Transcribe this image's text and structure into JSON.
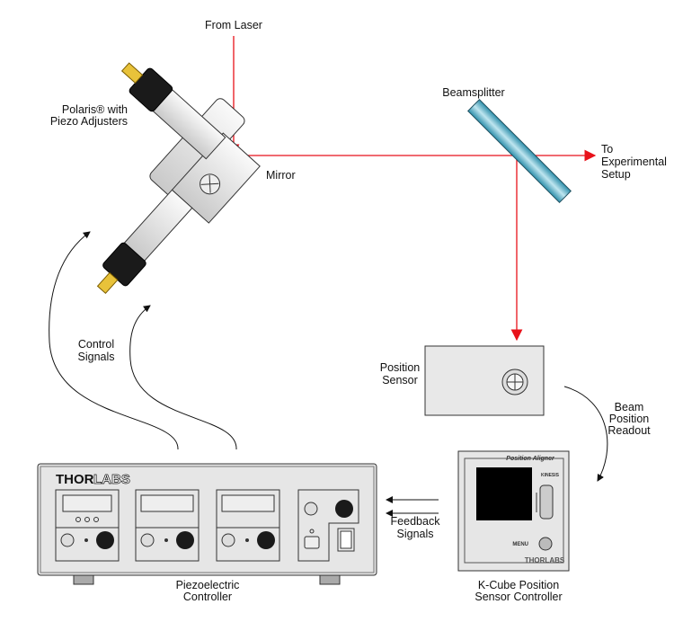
{
  "labels": {
    "from_laser": "From Laser",
    "polaris_line1": "Polaris® with",
    "polaris_line2": "Piezo Adjusters",
    "mirror": "Mirror",
    "beamsplitter": "Beamsplitter",
    "to_setup_line1": "To",
    "to_setup_line2": "Experimental",
    "to_setup_line3": "Setup",
    "control_line1": "Control",
    "control_line2": "Signals",
    "position_sensor_line1": "Position",
    "position_sensor_line2": "Sensor",
    "readout_line1": "Beam",
    "readout_line2": "Position",
    "readout_line3": "Readout",
    "feedback_line1": "Feedback",
    "feedback_line2": "Signals",
    "piezo_line1": "Piezoelectric",
    "piezo_line2": "Controller",
    "kcube_line1": "K-Cube Position",
    "kcube_line2": "Sensor Controller"
  },
  "devices": {
    "controller_brand_bold": "THOR",
    "controller_brand_light": "LABS",
    "kcube_title": "Position Aligner",
    "kcube_logo": "KINESIS",
    "kcube_menu": "MENU",
    "kcube_brand": "THORLABS"
  },
  "colors": {
    "beam": "#e8121a",
    "beamsplitter": "#4fb4cc",
    "device": "#e6e6e6",
    "knob": "#1a1a1a",
    "connector": "#e8c23a"
  }
}
